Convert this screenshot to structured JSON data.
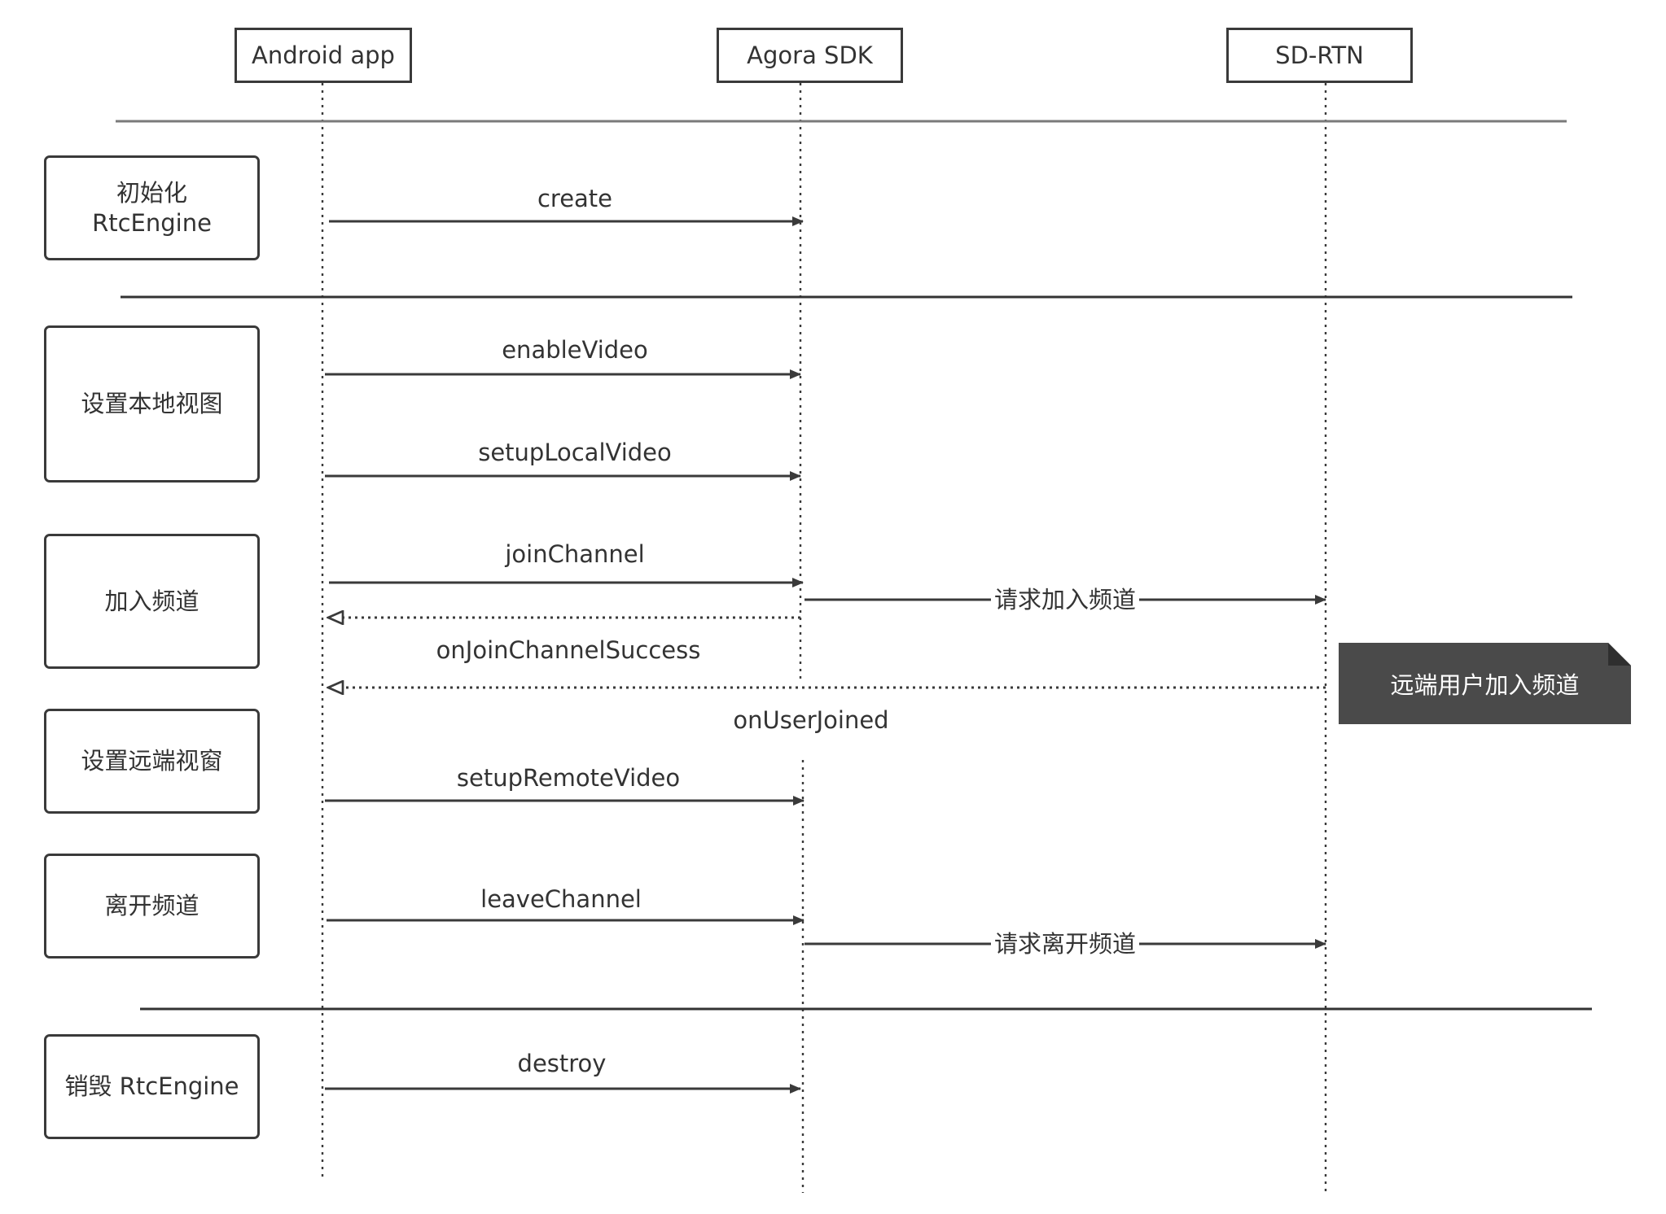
{
  "participants": [
    {
      "id": "app",
      "name": "Android app"
    },
    {
      "id": "sdk",
      "name": "Agora SDK"
    },
    {
      "id": "rtn",
      "name": "SD-RTN"
    }
  ],
  "stages": [
    {
      "id": "init",
      "label": "初始化\nRtcEngine"
    },
    {
      "id": "local",
      "label": "设置本地视图"
    },
    {
      "id": "join",
      "label": "加入频道"
    },
    {
      "id": "remote",
      "label": "设置远端视窗"
    },
    {
      "id": "leave",
      "label": "离开频道"
    },
    {
      "id": "destroy",
      "label": "销毁 RtcEngine"
    }
  ],
  "messages": [
    {
      "id": "create",
      "label": "create",
      "from": "app",
      "to": "sdk",
      "style": "solid"
    },
    {
      "id": "enableVideo",
      "label": "enableVideo",
      "from": "app",
      "to": "sdk",
      "style": "solid"
    },
    {
      "id": "setupLocalVideo",
      "label": "setupLocalVideo",
      "from": "app",
      "to": "sdk",
      "style": "solid"
    },
    {
      "id": "joinChannel",
      "label": "joinChannel",
      "from": "app",
      "to": "sdk",
      "style": "solid"
    },
    {
      "id": "requestJoin",
      "label": "请求加入频道",
      "from": "sdk",
      "to": "rtn",
      "style": "solid"
    },
    {
      "id": "onJoinChannelSuccess",
      "label": "onJoinChannelSuccess",
      "from": "sdk",
      "to": "app",
      "style": "dotted"
    },
    {
      "id": "onUserJoined",
      "label": "onUserJoined",
      "from": "rtn",
      "to": "app",
      "style": "dotted"
    },
    {
      "id": "setupRemoteVideo",
      "label": "setupRemoteVideo",
      "from": "app",
      "to": "sdk",
      "style": "solid"
    },
    {
      "id": "leaveChannel",
      "label": "leaveChannel",
      "from": "app",
      "to": "sdk",
      "style": "solid"
    },
    {
      "id": "requestLeave",
      "label": "请求离开频道",
      "from": "sdk",
      "to": "rtn",
      "style": "solid"
    },
    {
      "id": "destroy",
      "label": "destroy",
      "from": "app",
      "to": "sdk",
      "style": "solid"
    }
  ],
  "note": {
    "label": "远端用户加入频道",
    "fill": "#4a4a4a"
  },
  "colors": {
    "line": "#3a3a3a",
    "text": "#333333",
    "divider": "#3a3a3a",
    "note": "#4a4a4a",
    "note_text": "#ffffff"
  }
}
